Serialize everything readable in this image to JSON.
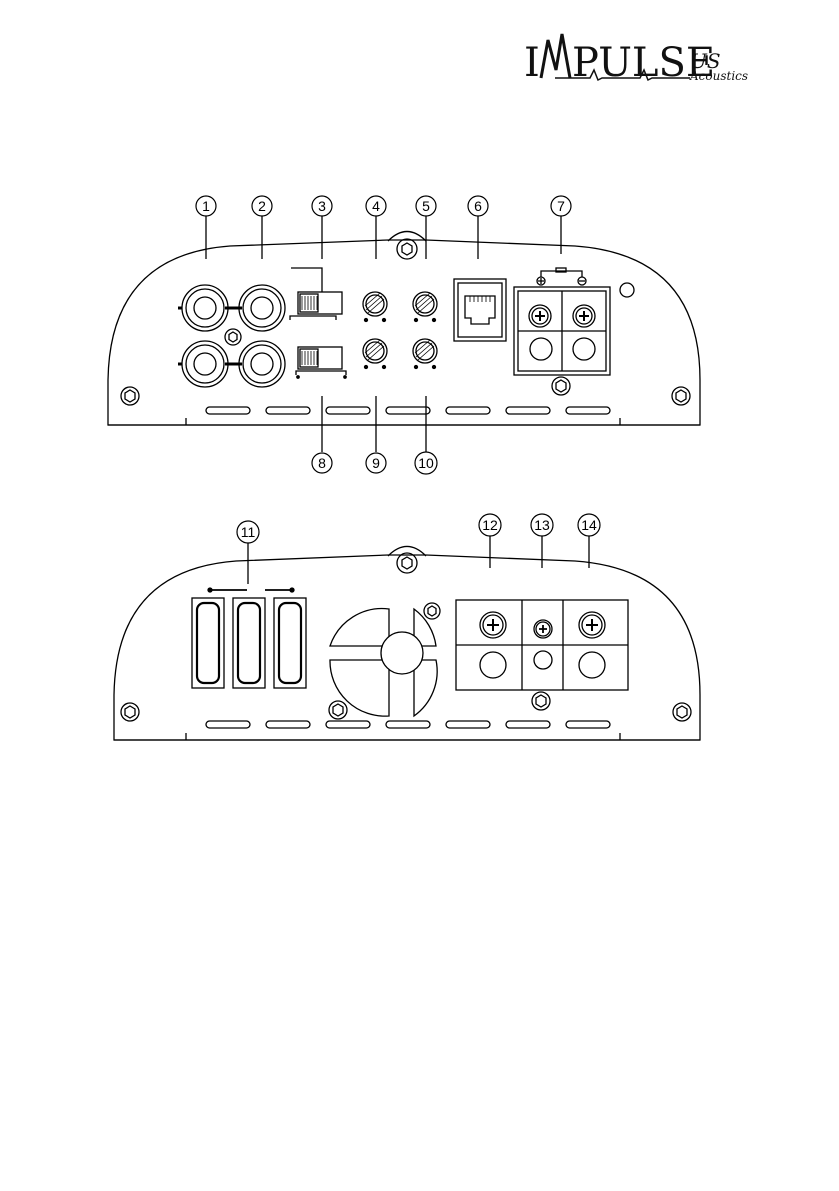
{
  "logo": {
    "part1": "I",
    "part2": "PULSE",
    "suffix": "US",
    "sub": "Acoustics"
  },
  "front_panel": {
    "callouts": [
      "1",
      "2",
      "3",
      "4",
      "5",
      "6",
      "7",
      "8",
      "9",
      "10"
    ]
  },
  "rear_panel": {
    "callouts": [
      "11",
      "12",
      "13",
      "14"
    ]
  },
  "colors": {
    "line": "#000000",
    "background": "#ffffff"
  }
}
